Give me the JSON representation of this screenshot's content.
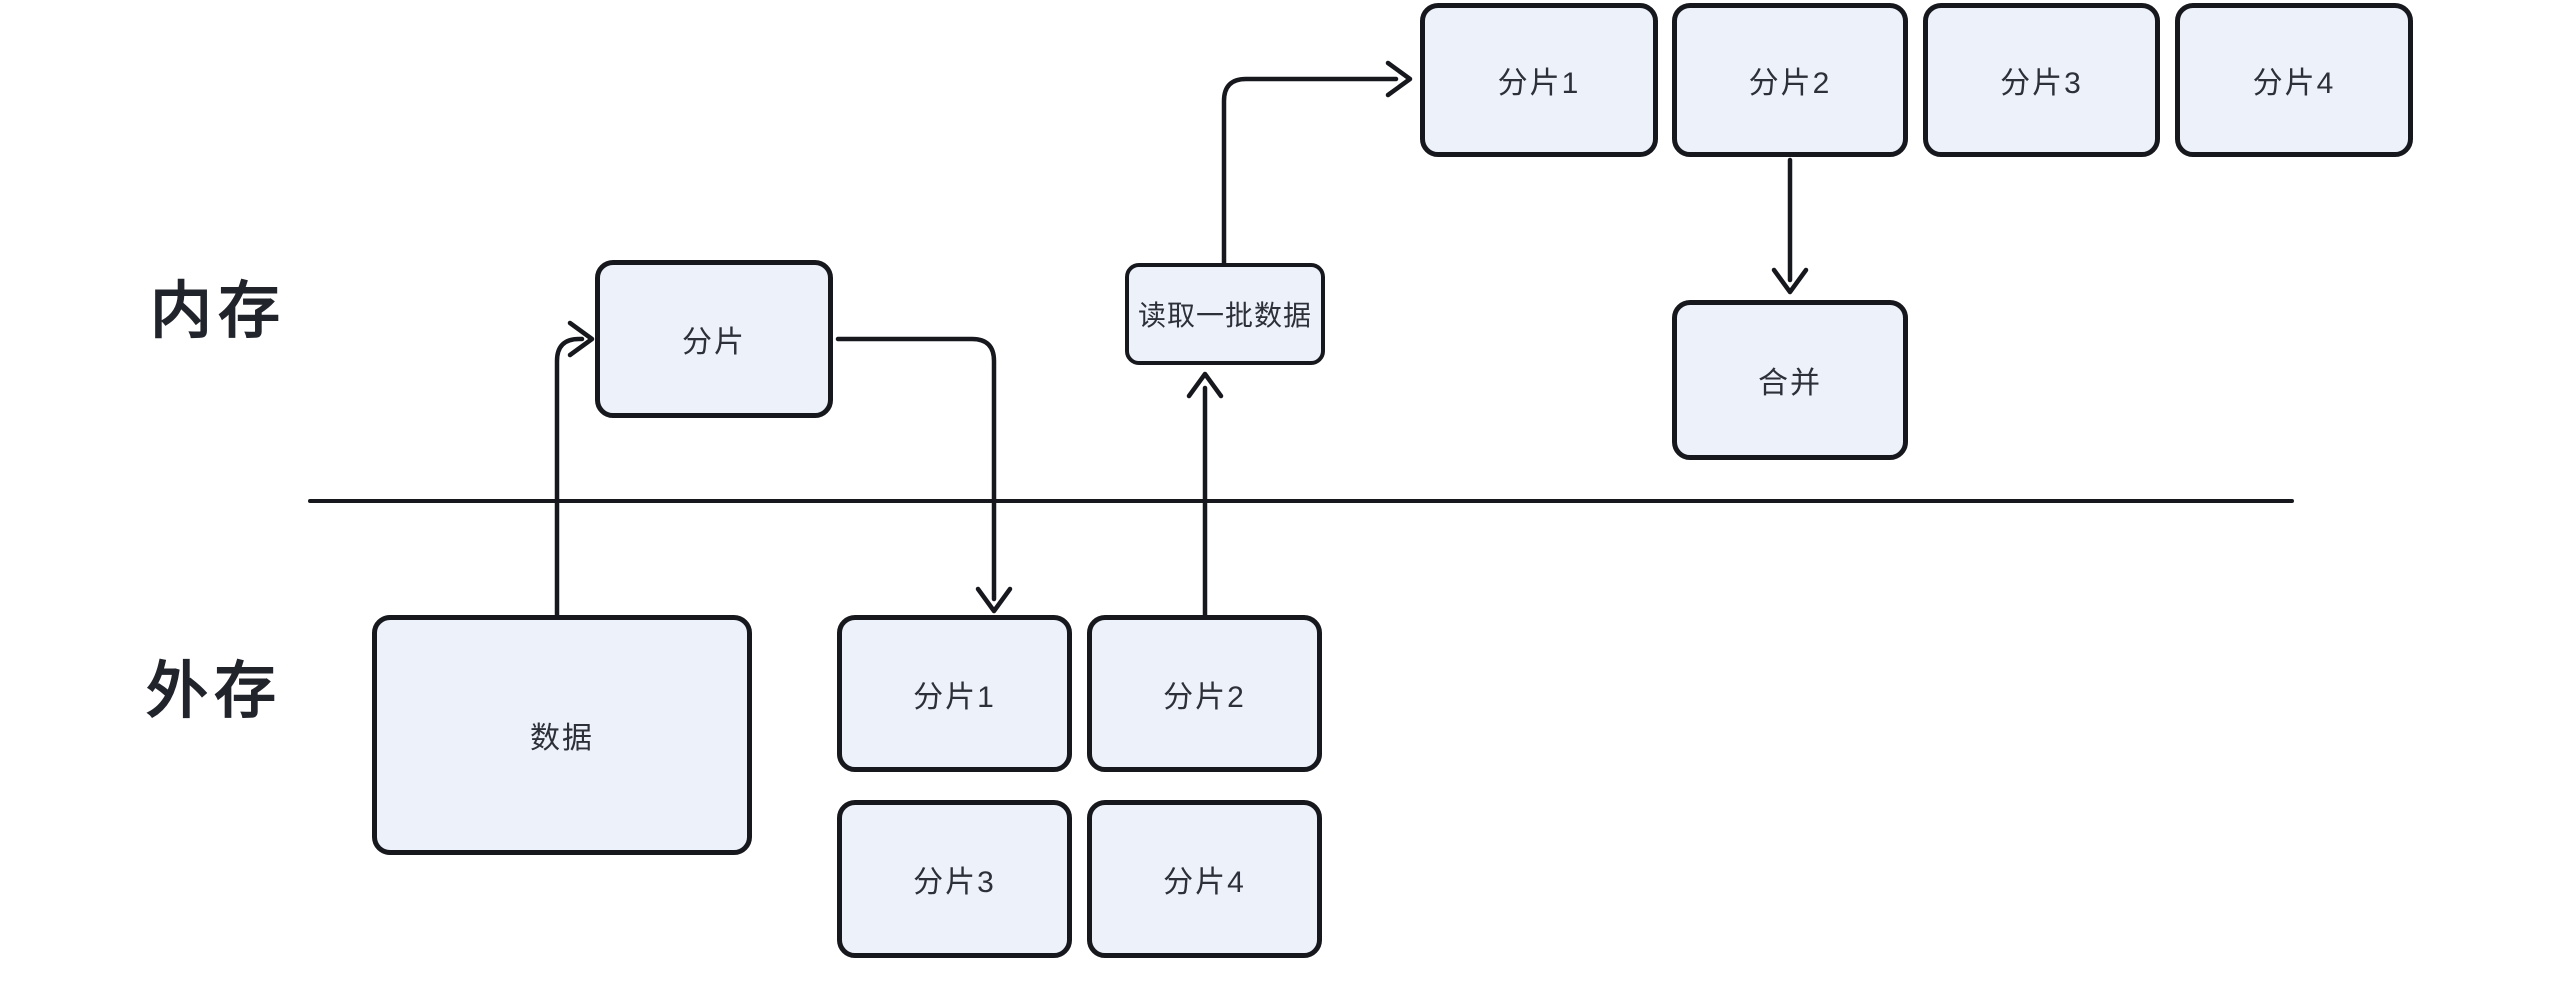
{
  "diagram": {
    "region_labels": {
      "memory": "内存",
      "external_storage": "外存"
    },
    "memory_region": {
      "shard_box": "分片",
      "read_batch_box": "读取一批数据",
      "merge_box": "合并",
      "sorted_shards": [
        "分片1",
        "分片2",
        "分片3",
        "分片4"
      ]
    },
    "external_region": {
      "data_box": "数据",
      "shards": [
        "分片1",
        "分片2",
        "分片3",
        "分片4"
      ]
    },
    "colors": {
      "background": "#ffffff",
      "box_fill": "#edf1fa",
      "box_border": "#16181d",
      "connector": "#16181d",
      "box_text": "#2d3039",
      "zone_label_text": "#22242c"
    }
  }
}
